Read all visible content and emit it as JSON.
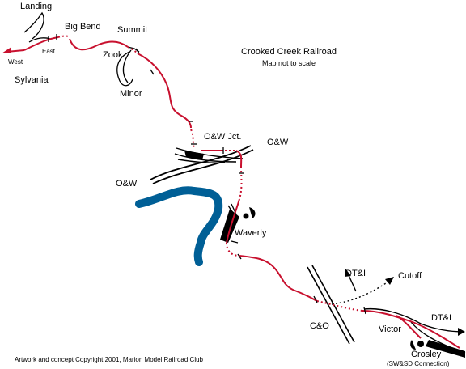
{
  "title": "Crooked Creek Railroad",
  "subtitle": "Map not to scale",
  "copyright": "Artwork and concept  Copyright 2001, Marion Model Railroad Club",
  "colors": {
    "railroad": "#c8102e",
    "river": "#005f96",
    "foreign_track": "#000000",
    "background": "#ffffff"
  },
  "places": {
    "landing": "Landing",
    "big_bend": "Big Bend",
    "summit": "Summit",
    "zook": "Zook",
    "minor": "Minor",
    "sylvania": "Sylvania",
    "west": "West",
    "east": "East",
    "ow_jct": "O&W Jct.",
    "waverly": "Waverly",
    "victor": "Victor",
    "crosley": "Crosley",
    "crosley_note": "(SW&SD Connection)",
    "cutoff": "Cutoff"
  },
  "railroads": {
    "ow_east": "O&W",
    "ow_west": "O&W",
    "dti_north": "DT&I",
    "dti_east": "DT&I",
    "cando": "C&O"
  }
}
